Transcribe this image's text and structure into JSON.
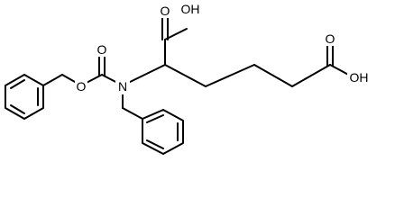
{
  "molecule": {
    "atom_labels": {
      "oh_top": "OH",
      "o_top_carbonyl": "O",
      "o_ester_carbonyl": "O",
      "o_ester": "O",
      "n": "N",
      "o_right_carbonyl": "O",
      "oh_right": "OH"
    },
    "colors": {
      "bond": "#000000",
      "label": "#000000",
      "background": "#ffffff"
    }
  }
}
